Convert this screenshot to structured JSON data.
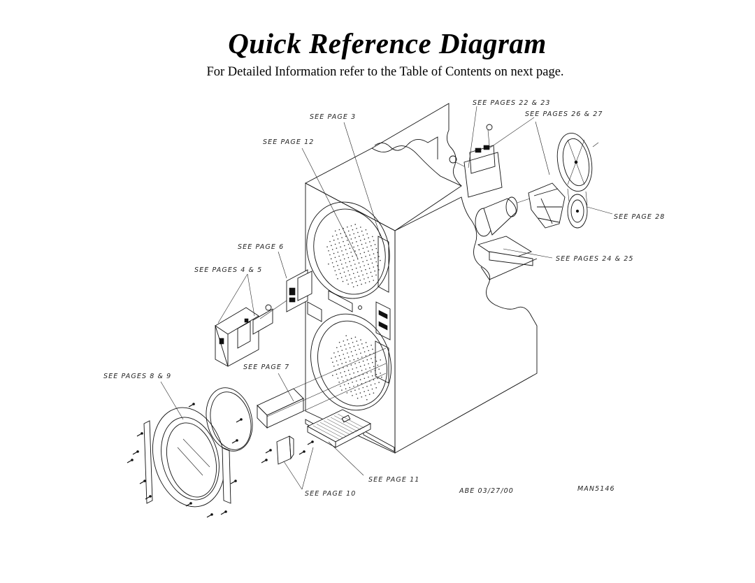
{
  "header": {
    "title": "Quick Reference Diagram",
    "subtitle": "For Detailed Information refer to the Table of Contents on next page."
  },
  "callouts": {
    "pages_22_23": "SEE PAGES 22 & 23",
    "page_3": "SEE PAGE 3",
    "pages_26_27": "SEE PAGES 26 & 27",
    "page_12": "SEE PAGE 12",
    "page_28": "SEE PAGE 28",
    "page_6": "SEE PAGE 6",
    "pages_24_25": "SEE PAGES 24 & 25",
    "pages_4_5": "SEE PAGES 4 & 5",
    "page_7": "SEE PAGE 7",
    "pages_8_9": "SEE PAGES 8 & 9",
    "page_11": "SEE PAGE 11",
    "page_10": "SEE PAGE 10"
  },
  "footer": {
    "drafter_date": "ABE 03/27/00",
    "drawing_number": "MAN5146"
  }
}
